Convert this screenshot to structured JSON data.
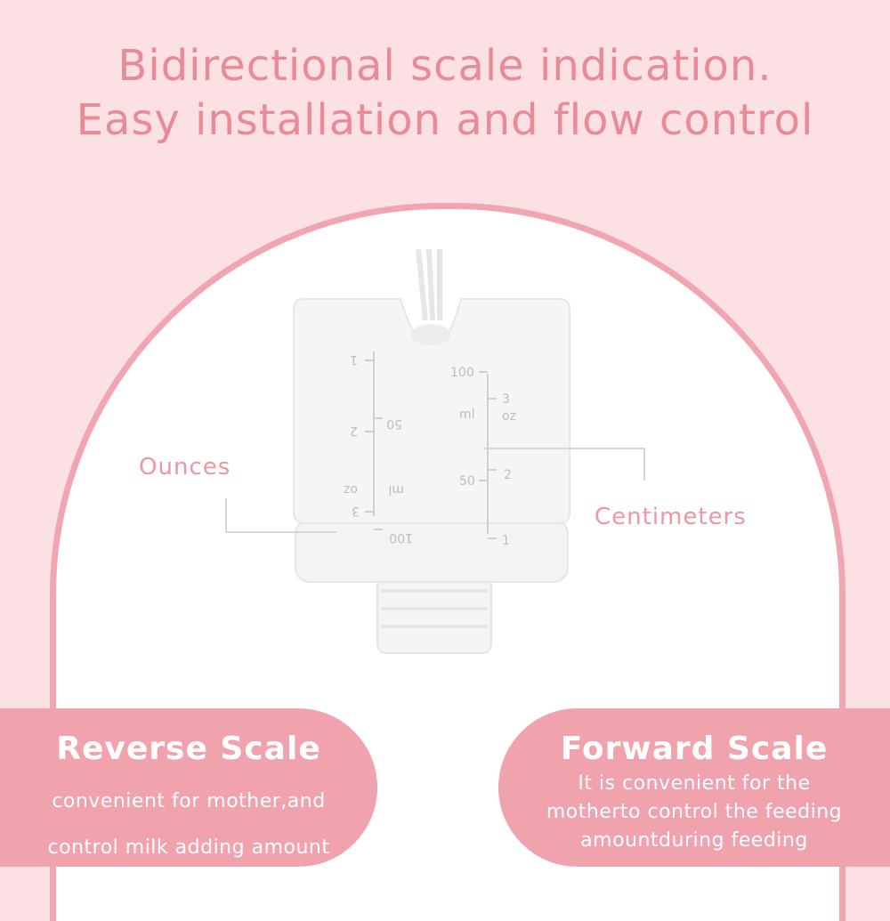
{
  "header": {
    "title_line1": "Bidirectional scale indication.",
    "title_line2": "Easy installation and flow control"
  },
  "callouts": {
    "ounces": "Ounces",
    "centimeters": "Centimeters"
  },
  "product": {
    "left_scale_labels": [
      "1",
      "2",
      "oz",
      "3"
    ],
    "left_ml_labels": [
      "50",
      "ml",
      "100"
    ],
    "right_ml_labels": [
      "100",
      "ml",
      "50"
    ],
    "right_oz_labels": [
      "3",
      "oz",
      "2",
      "1"
    ]
  },
  "reverse": {
    "title": "Reverse Scale",
    "line1": "convenient for mother,and",
    "line2": "control milk adding amount"
  },
  "forward": {
    "title": "Forward Scale",
    "line1": "It is convenient for the",
    "line2": "motherto control the feeding",
    "line3": "amountduring feeding"
  },
  "colors": {
    "background": "#fbe0e4",
    "accent": "#f0a2ad",
    "title": "#e98a97"
  }
}
